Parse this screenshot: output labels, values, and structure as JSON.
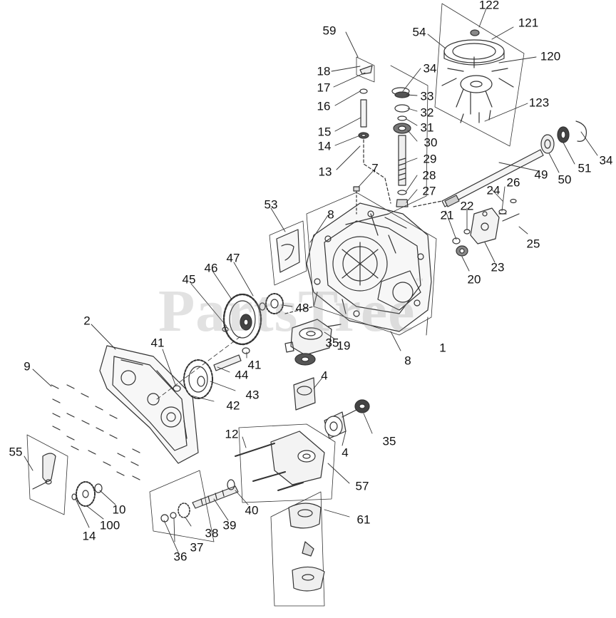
{
  "watermark": {
    "text": "PartsTree",
    "mark": "™"
  },
  "colors": {
    "ink": "#111111",
    "line": "#333333",
    "watermark": "#969696"
  },
  "callouts": [
    {
      "id": "122",
      "label": "122"
    },
    {
      "id": "121",
      "label": "121"
    },
    {
      "id": "120",
      "label": "120"
    },
    {
      "id": "54",
      "label": "54"
    },
    {
      "id": "123",
      "label": "123"
    },
    {
      "id": "59",
      "label": "59"
    },
    {
      "id": "18",
      "label": "18"
    },
    {
      "id": "17",
      "label": "17"
    },
    {
      "id": "16",
      "label": "16"
    },
    {
      "id": "15",
      "label": "15"
    },
    {
      "id": "14a",
      "label": "14"
    },
    {
      "id": "13",
      "label": "13"
    },
    {
      "id": "34a",
      "label": "34"
    },
    {
      "id": "33",
      "label": "33"
    },
    {
      "id": "32",
      "label": "32"
    },
    {
      "id": "31",
      "label": "31"
    },
    {
      "id": "30",
      "label": "30"
    },
    {
      "id": "29",
      "label": "29"
    },
    {
      "id": "28",
      "label": "28"
    },
    {
      "id": "27",
      "label": "27"
    },
    {
      "id": "7",
      "label": "7"
    },
    {
      "id": "34b",
      "label": "34"
    },
    {
      "id": "51",
      "label": "51"
    },
    {
      "id": "50",
      "label": "50"
    },
    {
      "id": "49",
      "label": "49"
    },
    {
      "id": "26",
      "label": "26"
    },
    {
      "id": "24",
      "label": "24"
    },
    {
      "id": "22",
      "label": "22"
    },
    {
      "id": "21",
      "label": "21"
    },
    {
      "id": "25",
      "label": "25"
    },
    {
      "id": "23",
      "label": "23"
    },
    {
      "id": "20",
      "label": "20"
    },
    {
      "id": "53",
      "label": "53"
    },
    {
      "id": "8a",
      "label": "8"
    },
    {
      "id": "47",
      "label": "47"
    },
    {
      "id": "46",
      "label": "46"
    },
    {
      "id": "45",
      "label": "45"
    },
    {
      "id": "48",
      "label": "48"
    },
    {
      "id": "2",
      "label": "2"
    },
    {
      "id": "19",
      "label": "19"
    },
    {
      "id": "35a",
      "label": "35"
    },
    {
      "id": "1",
      "label": "1"
    },
    {
      "id": "8b",
      "label": "8"
    },
    {
      "id": "41a",
      "label": "41"
    },
    {
      "id": "41b",
      "label": "41"
    },
    {
      "id": "44",
      "label": "44"
    },
    {
      "id": "9",
      "label": "9"
    },
    {
      "id": "43",
      "label": "43"
    },
    {
      "id": "42",
      "label": "42"
    },
    {
      "id": "4a",
      "label": "4"
    },
    {
      "id": "12",
      "label": "12"
    },
    {
      "id": "35b",
      "label": "35"
    },
    {
      "id": "4b",
      "label": "4"
    },
    {
      "id": "55",
      "label": "55"
    },
    {
      "id": "57",
      "label": "57"
    },
    {
      "id": "10",
      "label": "10"
    },
    {
      "id": "40",
      "label": "40"
    },
    {
      "id": "14b",
      "label": "14"
    },
    {
      "id": "100",
      "label": "100"
    },
    {
      "id": "39",
      "label": "39"
    },
    {
      "id": "61",
      "label": "61"
    },
    {
      "id": "38",
      "label": "38"
    },
    {
      "id": "37",
      "label": "37"
    },
    {
      "id": "36",
      "label": "36"
    }
  ]
}
